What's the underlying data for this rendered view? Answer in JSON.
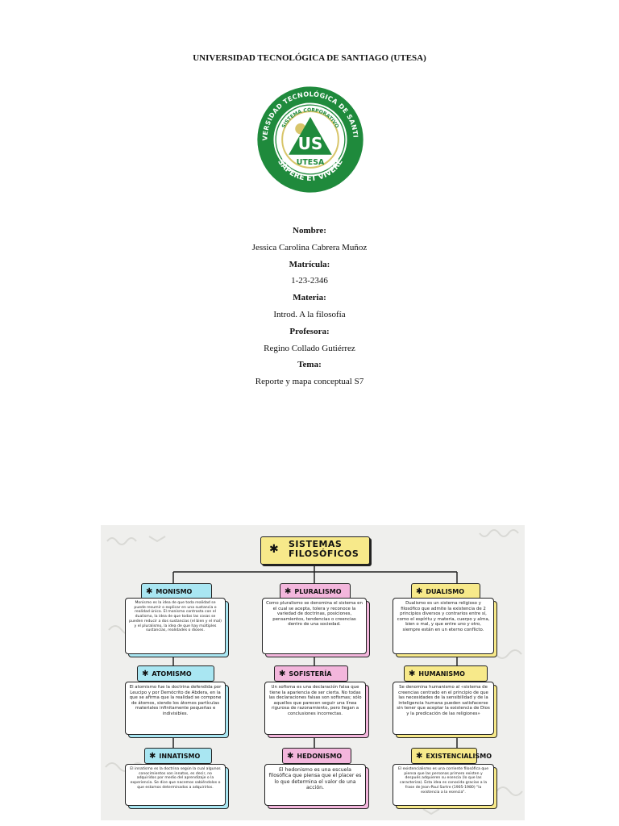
{
  "header": {
    "title": "UNIVERSIDAD TECNOLÓGICA DE SANTIAGO (UTESA)"
  },
  "seal": {
    "ring_text": "UNIVERSIDAD TECNOLÓGICA DE SANTIAGO",
    "inner_text": "SISTEMA CORPORATIVO",
    "motto": "SAPERE ET VIVERE",
    "acronym": "UTESA",
    "letters": "US",
    "colors": {
      "green": "#1f8a3c",
      "gold": "#d8c56a"
    }
  },
  "info": [
    {
      "label": "Nombre:",
      "value": "Jessica Carolina Cabrera Muñoz"
    },
    {
      "label": "Matrícula:",
      "value": "1-23-2346"
    },
    {
      "label": "Materia:",
      "value": "Introd. A la filosofía"
    },
    {
      "label": "Profesora:",
      "value": "Regino Collado Gutiérrez"
    },
    {
      "label": "Tema:",
      "value": "Reporte y mapa conceptual S7"
    }
  ],
  "concept_map": {
    "title_line1": "SISTEMAS",
    "title_line2": "FILOSÓFICOS",
    "nodes": [
      {
        "label": "MONISMO",
        "text": "Monismo es la idea de que toda realidad se puede resumir o explicar en una sustancia o realidad única. El monismo contrasta con el dualismo, la idea de que todas las cosas se pueden reducir a dos sustancias (el bien y el mal) y el pluralismo, la idea de que hay múltiples sustancias, realidades o dioses."
      },
      {
        "label": "PLURALISMO",
        "text": "Como pluralismo se denomina el sistema en el cual se acepta, tolera y reconoce la variedad de doctrinas, posiciones, pensamientos, tendencias o creencias dentro de una sociedad."
      },
      {
        "label": "DUALISMO",
        "text": "Dualismo es un sistema religioso y filosófico que admite la existencia de 2 principios diversos y contrarios entre sí, como el espíritu y materia, cuerpo y alma, bien o mal, y que entre uno y otro, siempre están en un eterno conflicto."
      },
      {
        "label": "ATOMISMO",
        "text": "El atomismo fue la doctrina defendida por Leucipo y por Demócrito de Abdera, en la que se afirma que la realidad se compone de átomos, siendo los átomos partículas materiales infinitamente pequeñas e indivisibles."
      },
      {
        "label": "SOFISTERÍA",
        "text": "Un sofisma es una declaración falsa que tiene la apariencia de ser cierta. No todas las declaraciones falsas son sofismas; sólo aquellos que parecen seguir una línea rigurosa de razonamiento, pero llegan a conclusiones incorrectas."
      },
      {
        "label": "HUMANISMO",
        "text": "Se denomina humanismo al «sistema de creencias centrado en el principio de que las necesidades de la sensibilidad y de la inteligencia humana pueden satisfacerse sin tener que aceptar la existencia de Dios y la predicación de las religiones»"
      },
      {
        "label": "INNATISMO",
        "text": "El innatismo es la doctrina según la cual algunos conocimientos son innatos, es decir, no adquiridos por medio del aprendizaje o la experiencia. Se dice que nacemos sabiéndolos o que estamos determinados a adquirirlos."
      },
      {
        "label": "HEDONISMO",
        "text": "El hedonismo es una escuela filosófica que piensa que el placer es lo que determina el valor de una acción."
      },
      {
        "label": "EXISTENCIALISMO",
        "text": "El existencialismo es una corriente filosófica que piensa que las personas primero existen y después adquieren su esencia (lo que las caracteriza). Esta idea es conocida gracias a la frase de Jean-Paul Sartre (1905-1980) \"la existencia a la esencia\"."
      }
    ],
    "colors": {
      "blue": "#a9e6f2",
      "pink": "#f3b6dc",
      "yellow": "#f7e98a",
      "background": "#efefed"
    }
  }
}
